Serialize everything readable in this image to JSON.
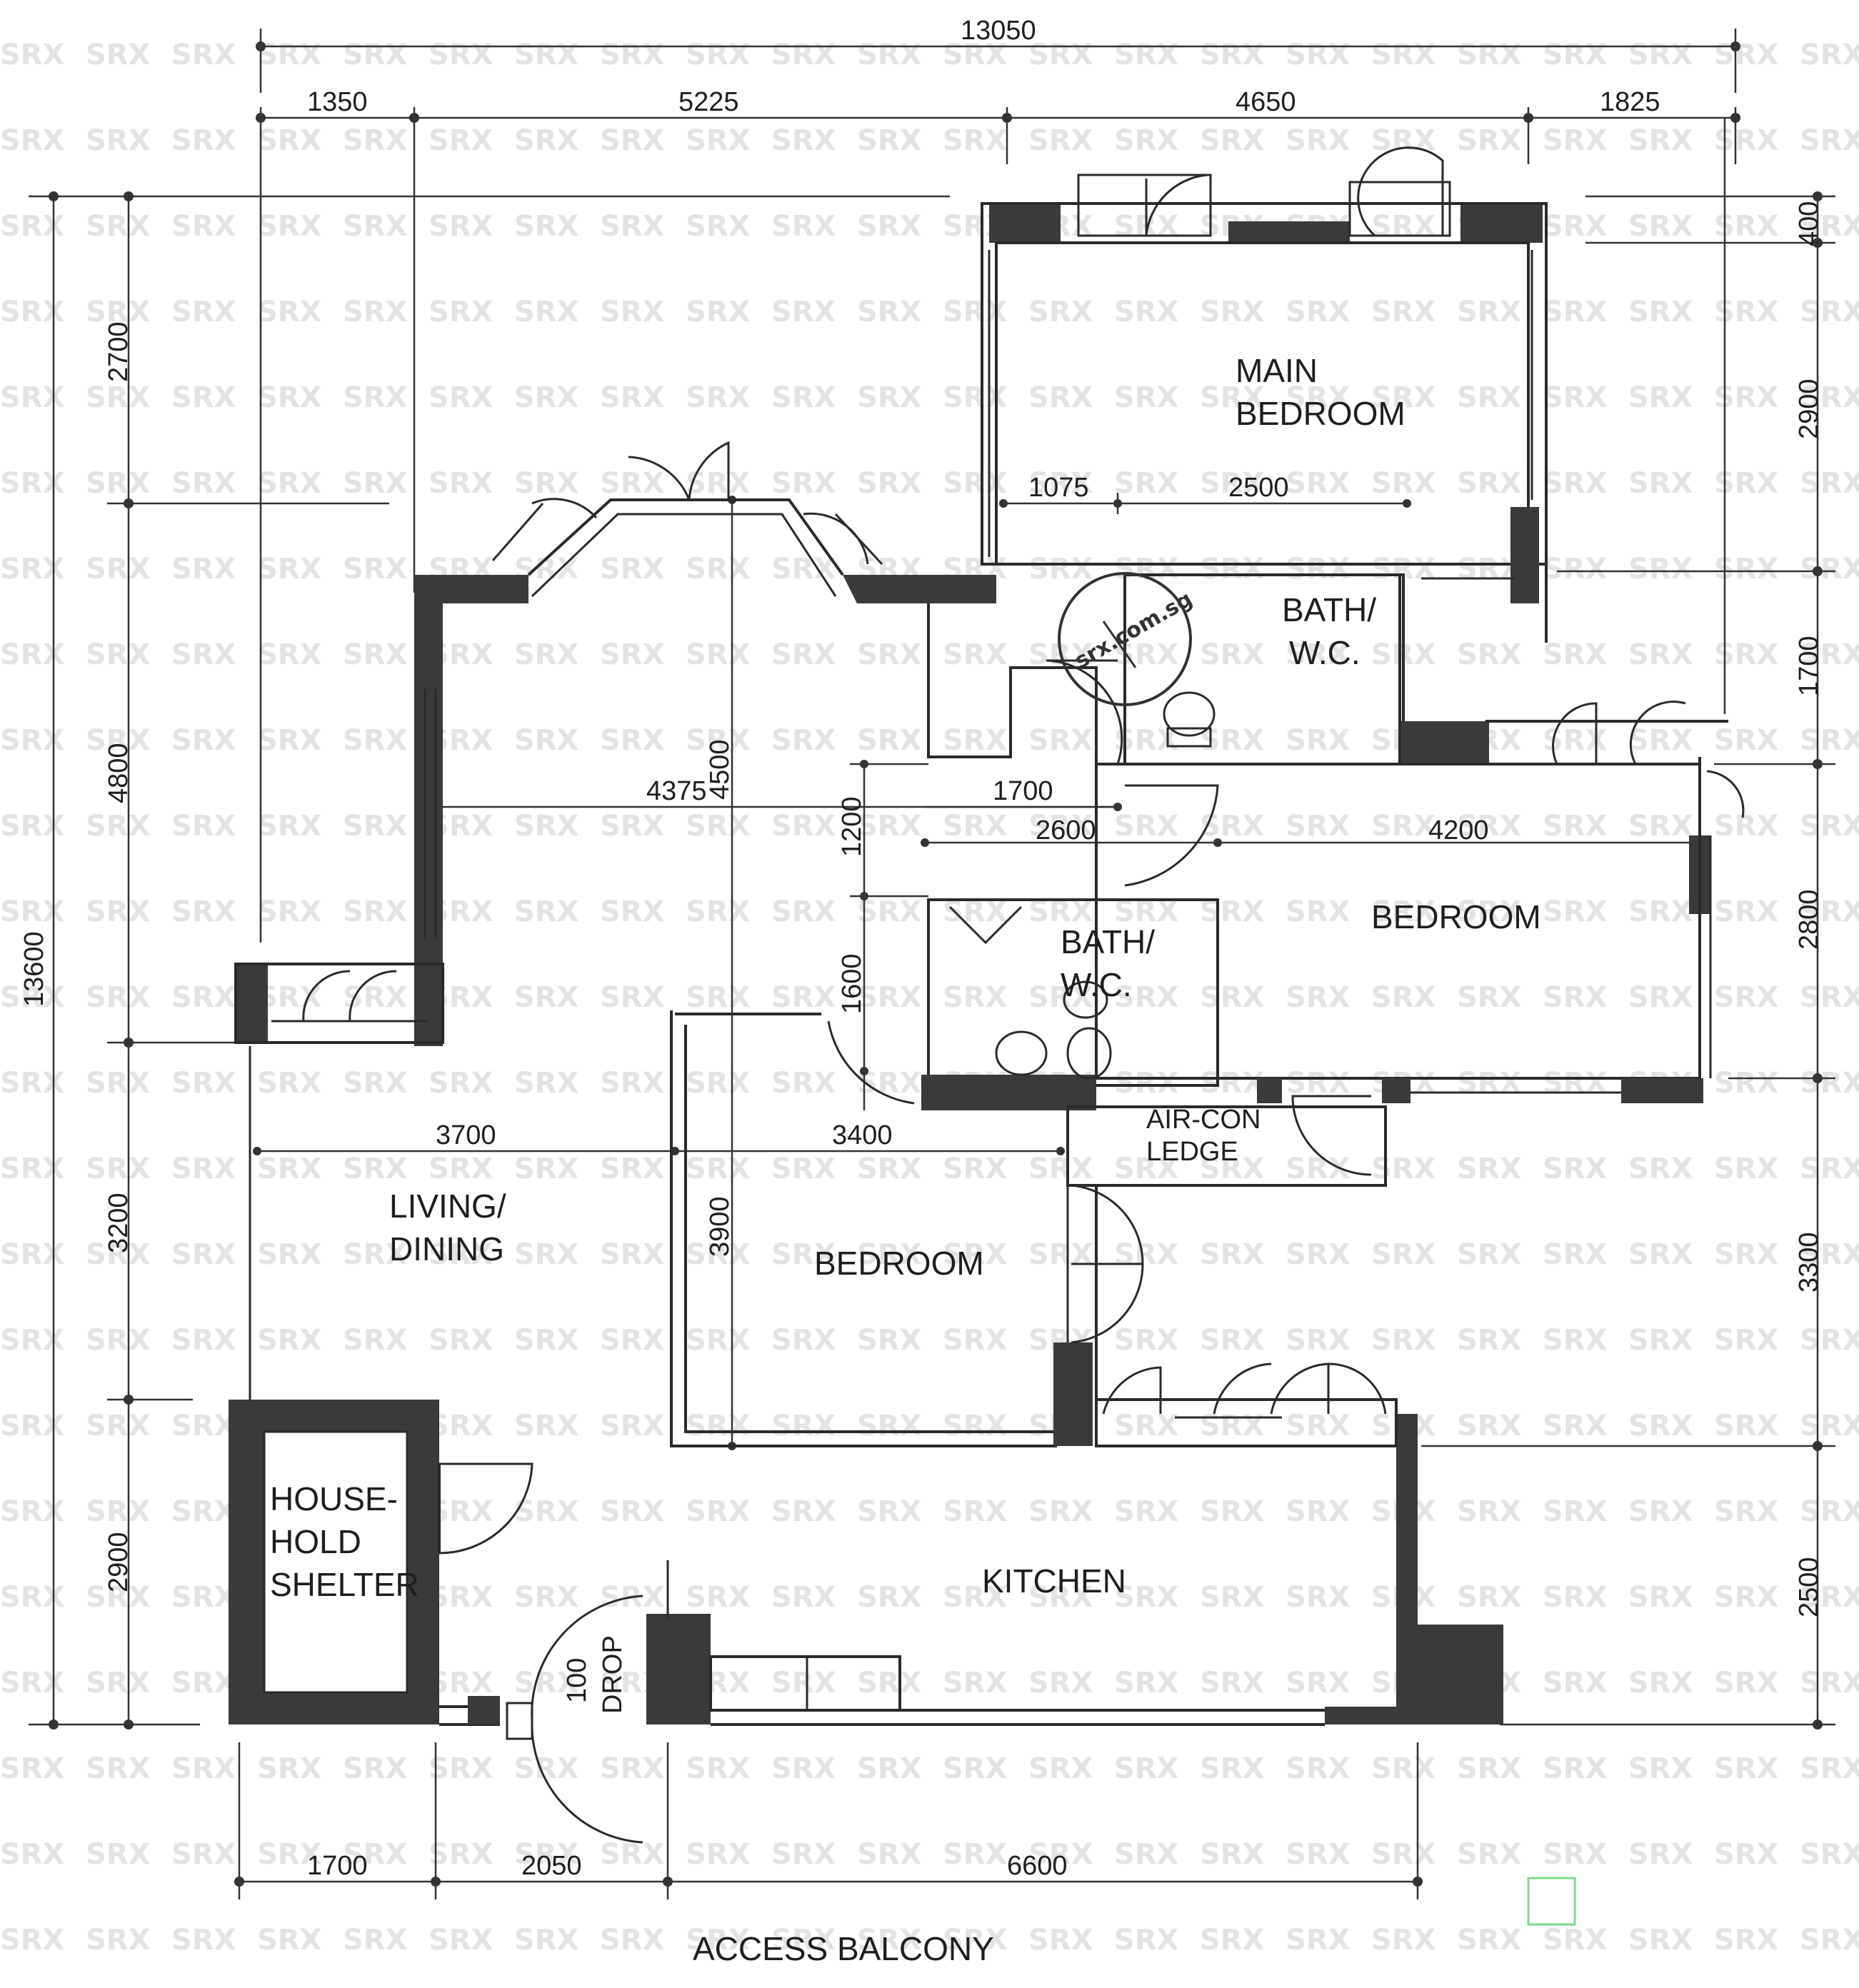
{
  "watermark": {
    "brand": "SRX",
    "domain": "com.sg",
    "stamp": "srx.com.sg"
  },
  "rooms": {
    "main_bedroom": [
      "MAIN",
      "BEDROOM"
    ],
    "bath_1": [
      "BATH/",
      "W.C."
    ],
    "bath_2": [
      "BATH/",
      "W.C."
    ],
    "bedroom_2": "BEDROOM",
    "bedroom_3": "BEDROOM",
    "living_dining": [
      "LIVING/",
      "DINING"
    ],
    "air_con_ledge": [
      "AIR-CON",
      "LEDGE"
    ],
    "household_shelter": [
      "HOUSE-",
      "HOLD",
      "SHELTER"
    ],
    "kitchen": "KITCHEN",
    "drop": [
      "100",
      "DROP"
    ]
  },
  "access_balcony": "ACCESS BALCONY",
  "dimensions": {
    "top_total": "13050",
    "top": [
      "1350",
      "5225",
      "4650",
      "1825"
    ],
    "left_total": "13600",
    "left": [
      "2700",
      "4800",
      "3200",
      "2900"
    ],
    "right": [
      "400",
      "2900",
      "1700",
      "2800",
      "3300",
      "2500"
    ],
    "bottom": [
      "1700",
      "2050",
      "6600"
    ],
    "interior": {
      "mb_a": "1075",
      "mb_b": "2500",
      "living_width": "4375",
      "living_height": "4500",
      "bath_width": "1700",
      "bath_height": "1200",
      "corridor": "2600",
      "bedroom_width": "4200",
      "bath2_height": "1600",
      "living_3700": "3700",
      "bedroom_3400": "3400",
      "bedroom_3900": "3900"
    }
  }
}
